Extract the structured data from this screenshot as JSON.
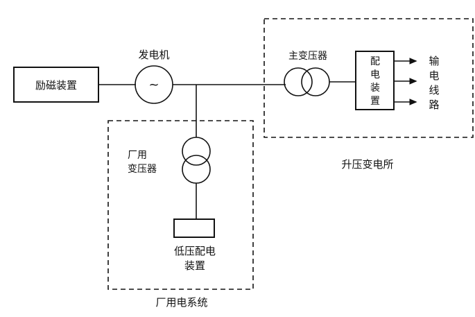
{
  "excitation": {
    "label": "励磁装置"
  },
  "generator": {
    "label": "发电机",
    "symbol": "~"
  },
  "main_transformer": {
    "label": "主变压器"
  },
  "distribution": {
    "chars": [
      "配",
      "电",
      "装",
      "置"
    ]
  },
  "output_lines": {
    "chars": [
      "输",
      "电",
      "线",
      "路"
    ]
  },
  "substation": {
    "label": "升压变电所"
  },
  "aux_transformer": {
    "line1": "厂用",
    "line2": "变压器"
  },
  "low_voltage": {
    "line1": "低压配电",
    "line2": "装置"
  },
  "aux_system": {
    "label": "厂用电系统"
  }
}
